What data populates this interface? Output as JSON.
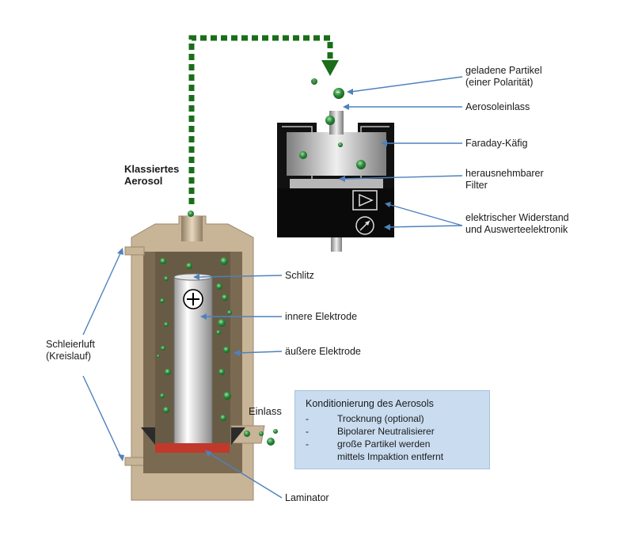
{
  "labels": {
    "classified_aerosol_line1": "Klassiertes",
    "classified_aerosol_line2": "Aerosol",
    "charged_particles_line1": "geladene Partikel",
    "charged_particles_line2": "(einer Polarität)",
    "aerosol_inlet": "Aerosoleinlass",
    "faraday_cage": "Faraday-Käfig",
    "filter_line1": "herausnehmbarer",
    "filter_line2": "Filter",
    "electronics_line1": "elektrischer Widerstand",
    "electronics_line2": "und Auswerteelektronik",
    "slit": "Schlitz",
    "inner_electrode": "innere Elektrode",
    "outer_electrode": "äußere Elektrode",
    "sheath_air_line1": "Schleierluft",
    "sheath_air_line2": "(Kreislauf)",
    "inlet": "Einlass",
    "laminator": "Laminator"
  },
  "info_box": {
    "title": "Konditionierung des Aerosols",
    "items": [
      {
        "dash": "-",
        "text": "Trocknung (optional)"
      },
      {
        "dash": "-",
        "text": "Bipolarer Neutralisierer"
      },
      {
        "dash": "-",
        "text": "große Partikel werden"
      },
      {
        "dash": "",
        "text": "mittels Impaktion entfernt"
      }
    ]
  },
  "symbols": {
    "inner_electrode_polarity": "+",
    "particle_charge": "−"
  },
  "colors": {
    "housing": "#c8b496",
    "housing_dark": "#9c8a6e",
    "particle_green": "#2e8b3e",
    "flow_arrow": "#1a6e1a",
    "pointer": "#4f81bd",
    "laminator": "#c0392b",
    "info_box": "#c9dcf0"
  }
}
